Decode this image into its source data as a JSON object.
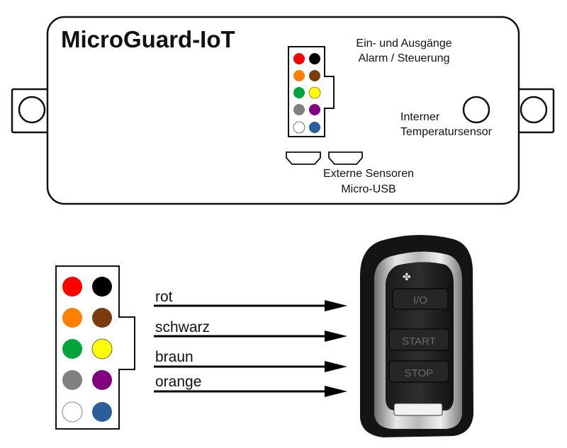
{
  "device": {
    "title": "MicroGuard-IoT",
    "io_label_line1": "Ein- und Ausgänge",
    "io_label_line2": "Alarm / Steuerung",
    "temp_label_line1": "Interner",
    "temp_label_line2": "Temperatursensor",
    "usb_label_line1": "Externe Sensoren",
    "usb_label_line2": "Micro-USB"
  },
  "connector": {
    "pins": [
      {
        "color": "#ff0000",
        "name": "rot"
      },
      {
        "color": "#000000",
        "name": "schwarz"
      },
      {
        "color": "#ff8000",
        "name": "orange"
      },
      {
        "color": "#7a3c0c",
        "name": "braun"
      },
      {
        "color": "#00a63c",
        "name": "grün"
      },
      {
        "color": "#ffff00",
        "name": "gelb"
      },
      {
        "color": "#808080",
        "name": "grau"
      },
      {
        "color": "#800080",
        "name": "violett"
      },
      {
        "color": "#ffffff",
        "name": "weiß"
      },
      {
        "color": "#2c5f9a",
        "name": "blau"
      }
    ]
  },
  "wiring": {
    "wires": [
      {
        "label": "rot"
      },
      {
        "label": "schwarz"
      },
      {
        "label": "braun"
      },
      {
        "label": "orange"
      }
    ]
  },
  "remote": {
    "buttons": [
      {
        "label": "I/O"
      },
      {
        "label": "START"
      },
      {
        "label": "STOP"
      }
    ],
    "logo_glyph": "✤"
  }
}
